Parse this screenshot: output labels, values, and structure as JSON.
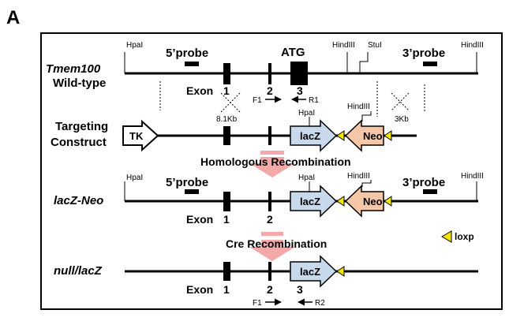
{
  "panel_label": "A",
  "rows": {
    "wildtype": {
      "name": "Tmem100",
      "sub": "Wild-type"
    },
    "targeting": {
      "line1": "Targeting",
      "line2": "Construct"
    },
    "lacz_neo": {
      "name": "lacZ-Neo"
    },
    "null_lacz": {
      "name": "null/lacZ"
    }
  },
  "labels": {
    "hpai": "HpaI",
    "hindiii": "HindIII",
    "stui": "StuI",
    "probe5": "5’probe",
    "probe3": "3’probe",
    "atg": "ATG",
    "exon": "Exon",
    "exon1": "1",
    "exon2": "2",
    "exon3": "3",
    "f1": "F1",
    "r1": "R1",
    "r2": "R2",
    "dist_left": "8.1Kb",
    "dist_right": "3Kb",
    "tk": "TK",
    "lacz": "lacZ",
    "neo": "Neo",
    "homologous": "Homologous Recombination",
    "cre": "Cre Recombination",
    "loxp": "loxp"
  },
  "colors": {
    "lacz_fill": "#c9d9ec",
    "neo_fill": "#f5c6a8",
    "loxp_fill": "#f2e600",
    "arrow_fill": "#f4a8a8",
    "line": "#000000"
  }
}
